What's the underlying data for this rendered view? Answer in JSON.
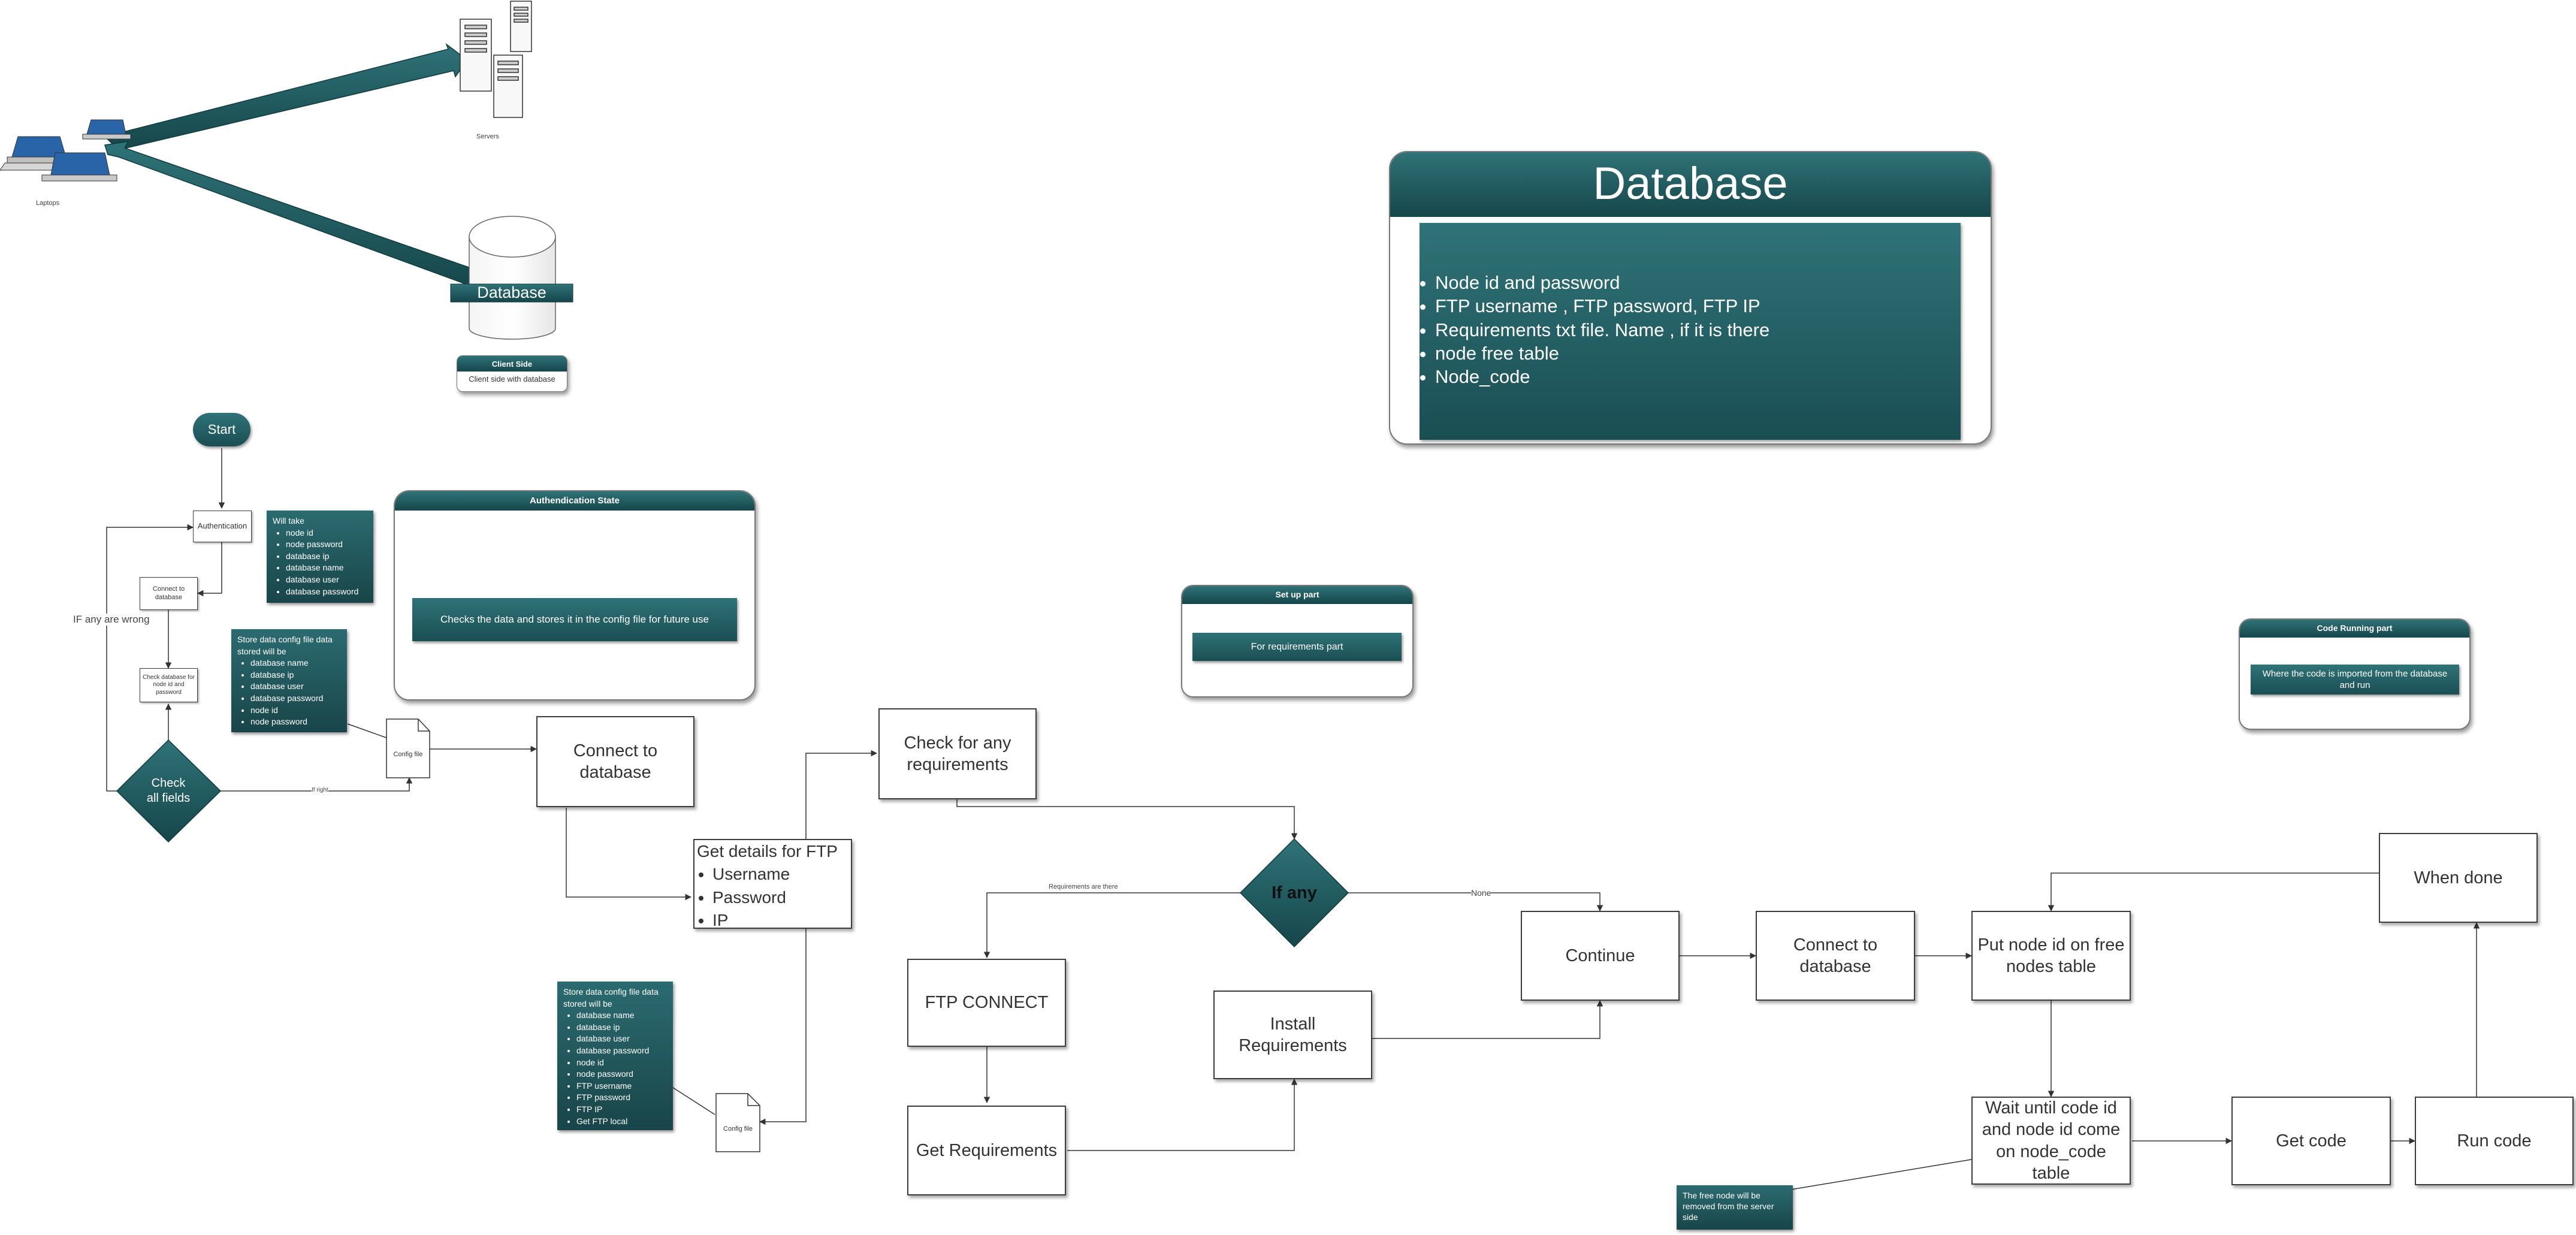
{
  "colors": {
    "teal_dark": "#184549",
    "teal": "#2f7378",
    "line": "#333333"
  },
  "topology": {
    "servers_label": "Servers",
    "laptops_label": "Laptops",
    "database_label": "Database",
    "icons": [
      "server-icon",
      "laptop-icon",
      "database-cylinder-icon"
    ]
  },
  "client_side": {
    "title": "Client Side",
    "body": "Client side with database"
  },
  "database_panel": {
    "title": "Database",
    "items": [
      "Node id and password",
      "FTP username , FTP password, FTP IP",
      "Requirements txt file. Name , if it is there",
      " node free table",
      "Node_code"
    ]
  },
  "auth_panel": {
    "title": "Authendication State",
    "body": "Checks the data and stores it in the config file for future use"
  },
  "setup_panel": {
    "title": "Set up part",
    "body": "For requirements part"
  },
  "code_panel": {
    "title": "Code Running part",
    "body": "Where the code is imported from the database and run"
  },
  "flow": {
    "start": "Start",
    "authentication": "Authentication",
    "connect_db_small": "Connect to database",
    "check_db_small": "Check database for node id and password",
    "check_fields": "Check all fields",
    "config_file_1": "Config file",
    "config_file_2": "Config file",
    "connect_db": "Connect to database",
    "check_requirements": "Check for any requirements",
    "if_any": "If any",
    "ftp_details_title": "Get details for FTP",
    "ftp_details_items": [
      "Username",
      "Password",
      "IP"
    ],
    "ftp_connect": "FTP CONNECT",
    "get_requirements": "Get Requirements",
    "install_requirements": "Install Requirements",
    "continue": "Continue",
    "connect_db_2": "Connect to database",
    "put_node_id": "Put node id on free nodes table",
    "when_done": "When done",
    "wait_until": "Wait until code id and node id come on node_code table",
    "get_code": "Get code",
    "run_code": "Run code"
  },
  "labels": {
    "if_wrong": "IF any are wrong",
    "if_right": "If right",
    "requirements_there": "Requirements are there",
    "none": "None"
  },
  "notes": {
    "will_take": {
      "title": "Will take",
      "items": [
        "node id",
        "node password",
        "database ip",
        "database name",
        "database user",
        "database password"
      ]
    },
    "store_config_1": {
      "title": "Store data config file data stored will be",
      "items": [
        "database name",
        "database ip",
        "database user",
        "database password",
        "node id",
        "node password"
      ]
    },
    "store_config_2": {
      "title": "Store data config file data stored will be",
      "items": [
        "database name",
        "database ip",
        "database user",
        "database password",
        "node id",
        "node password",
        "FTP username",
        "FTP password",
        "FTP IP",
        "Get FTP local"
      ]
    },
    "free_node": "The free node will be removed from the server side"
  }
}
